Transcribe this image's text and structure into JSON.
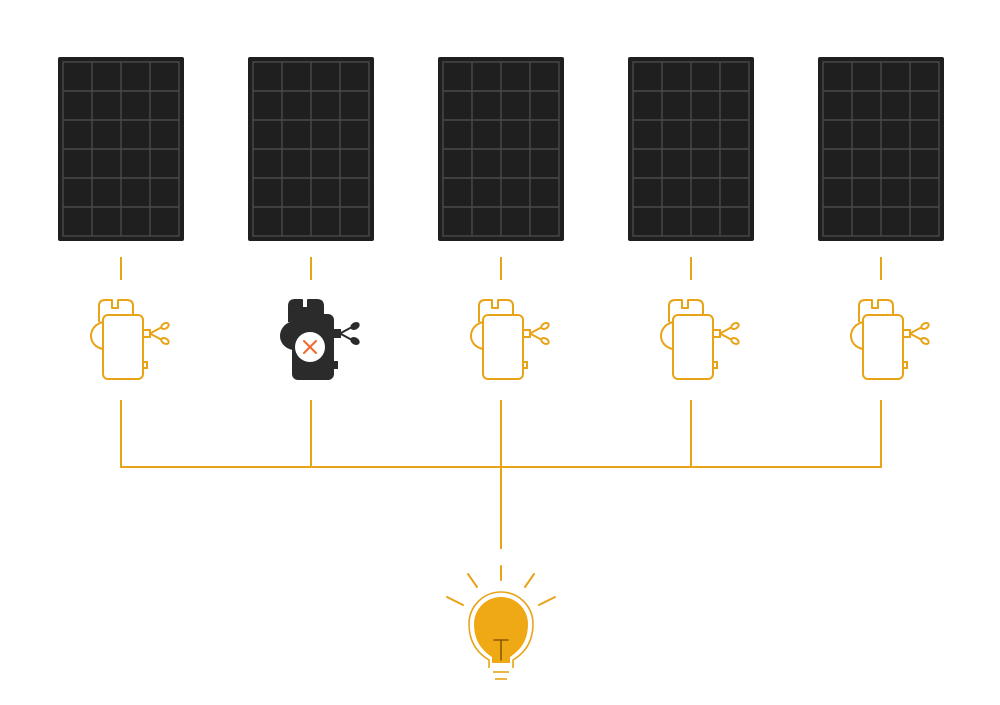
{
  "diagram": {
    "colors": {
      "panel_fill": "#1f1f1f",
      "panel_grid": "#4a4a4a",
      "wire": "#e8a317",
      "inverter_ok": "#e8a317",
      "inverter_failed": "#2b2b2b",
      "fault_mark": "#ef6a2e",
      "bulb_fill": "#efa915",
      "bulb_outline": "#e8a317"
    },
    "solar_panels": [
      {
        "id": 1,
        "icon": "solar-panel-icon"
      },
      {
        "id": 2,
        "icon": "solar-panel-icon"
      },
      {
        "id": 3,
        "icon": "solar-panel-icon"
      },
      {
        "id": 4,
        "icon": "solar-panel-icon"
      },
      {
        "id": 5,
        "icon": "solar-panel-icon"
      }
    ],
    "microinverters": [
      {
        "id": 1,
        "status": "ok",
        "icon": "microinverter-icon"
      },
      {
        "id": 2,
        "status": "failed",
        "icon": "microinverter-failed-icon"
      },
      {
        "id": 3,
        "status": "ok",
        "icon": "microinverter-icon"
      },
      {
        "id": 4,
        "status": "ok",
        "icon": "microinverter-icon"
      },
      {
        "id": 5,
        "status": "ok",
        "icon": "microinverter-icon"
      }
    ],
    "load": {
      "icon": "light-bulb-icon",
      "state": "lit"
    }
  }
}
